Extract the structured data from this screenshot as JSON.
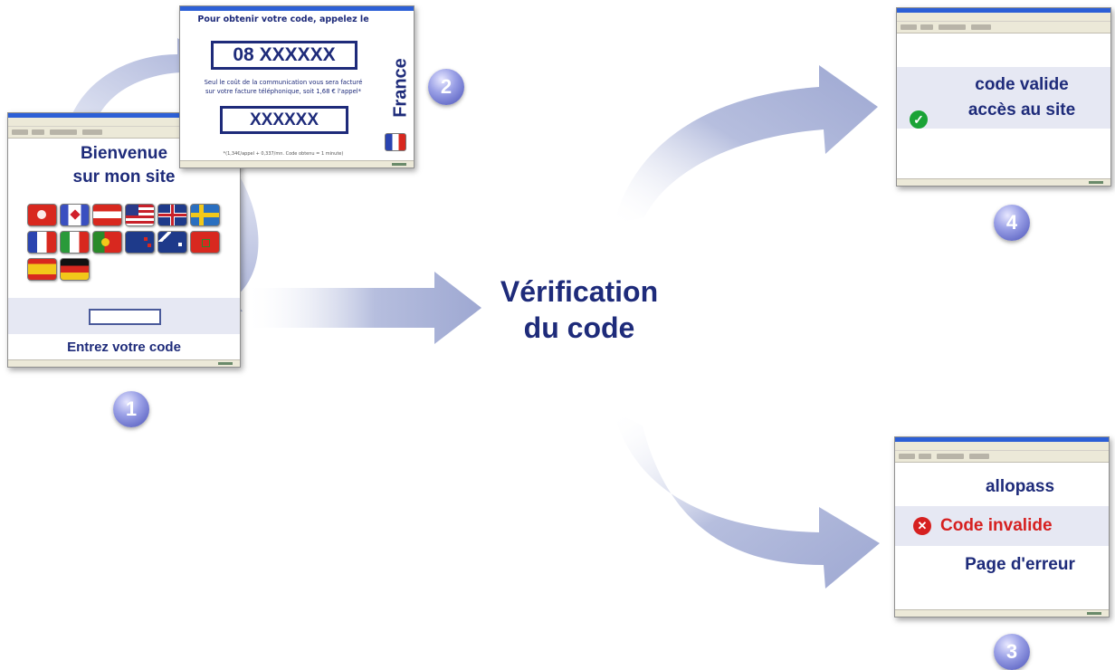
{
  "center_label": {
    "line1": "Vérification",
    "line2": "du code"
  },
  "step1": {
    "line1": "Bienvenue",
    "line2": "sur mon site",
    "prompt": "Entrez votre code",
    "badge": "1",
    "flags": [
      "hong-kong",
      "canada-quebec",
      "austria",
      "usa",
      "uk",
      "sweden",
      "france",
      "italy",
      "portugal",
      "new-zealand",
      "australia",
      "morocco",
      "spain",
      "germany"
    ]
  },
  "step2": {
    "title": "Pour obtenir votre code, appelez le",
    "phone": "08 XXXXXX",
    "info_line1": "Seul le coût de la communication vous sera facturé",
    "info_line2": "sur votre facture téléphonique, soit 1,68 € l'appel*",
    "code": "XXXXXX",
    "footnote": "*(1,34€/appel + 0,337/mn. Code obtenu = 1 minute)",
    "country": "France",
    "badge": "2"
  },
  "step4": {
    "line1": "code valide",
    "line2": "accès au site",
    "badge": "4"
  },
  "step3": {
    "line1": "allopass",
    "line2": "Code invalide",
    "line3": "Page d'erreur",
    "badge": "3"
  },
  "colors": {
    "navy": "#1e2b7a",
    "error": "#d62020",
    "ok": "#1aa336",
    "arrow": "#aab3d6"
  }
}
